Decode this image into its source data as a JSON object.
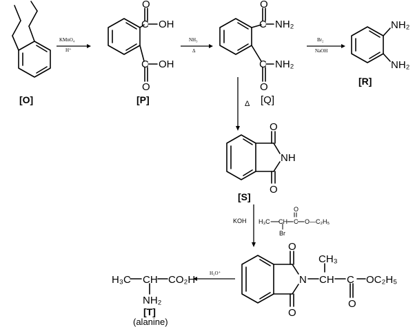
{
  "compounds": {
    "O": "[O]",
    "P": "[P]",
    "Q": "[Q]",
    "R": "[R]",
    "S": "[S]",
    "T": "[T]",
    "T_name": "(alanine)"
  },
  "reagents": {
    "step1_top": "KMnO₄",
    "step1_bottom": "H⁺",
    "step2_top": "NH₃",
    "step2_bottom": "Δ",
    "step3_top": "Br₂",
    "step3_bottom": "NaOH",
    "step4": "Δ",
    "step5_base": "KOH",
    "step5_h3c": "H₃C",
    "step5_ch": "CH",
    "step5_c": "C",
    "step5_o": "O",
    "step5_ester": "O—C₂H₅",
    "step5_br": "Br",
    "step6": "H₃O⁺"
  },
  "groups": {
    "oh": "OH",
    "o": "O",
    "nh2": "NH₂",
    "nh": "NH",
    "n": "N",
    "ch3": "CH₃",
    "ch": "CH",
    "c": "C",
    "oc2h5": "OC₂H₅",
    "h3c": "H₃C",
    "co2h": "CO₂H"
  }
}
